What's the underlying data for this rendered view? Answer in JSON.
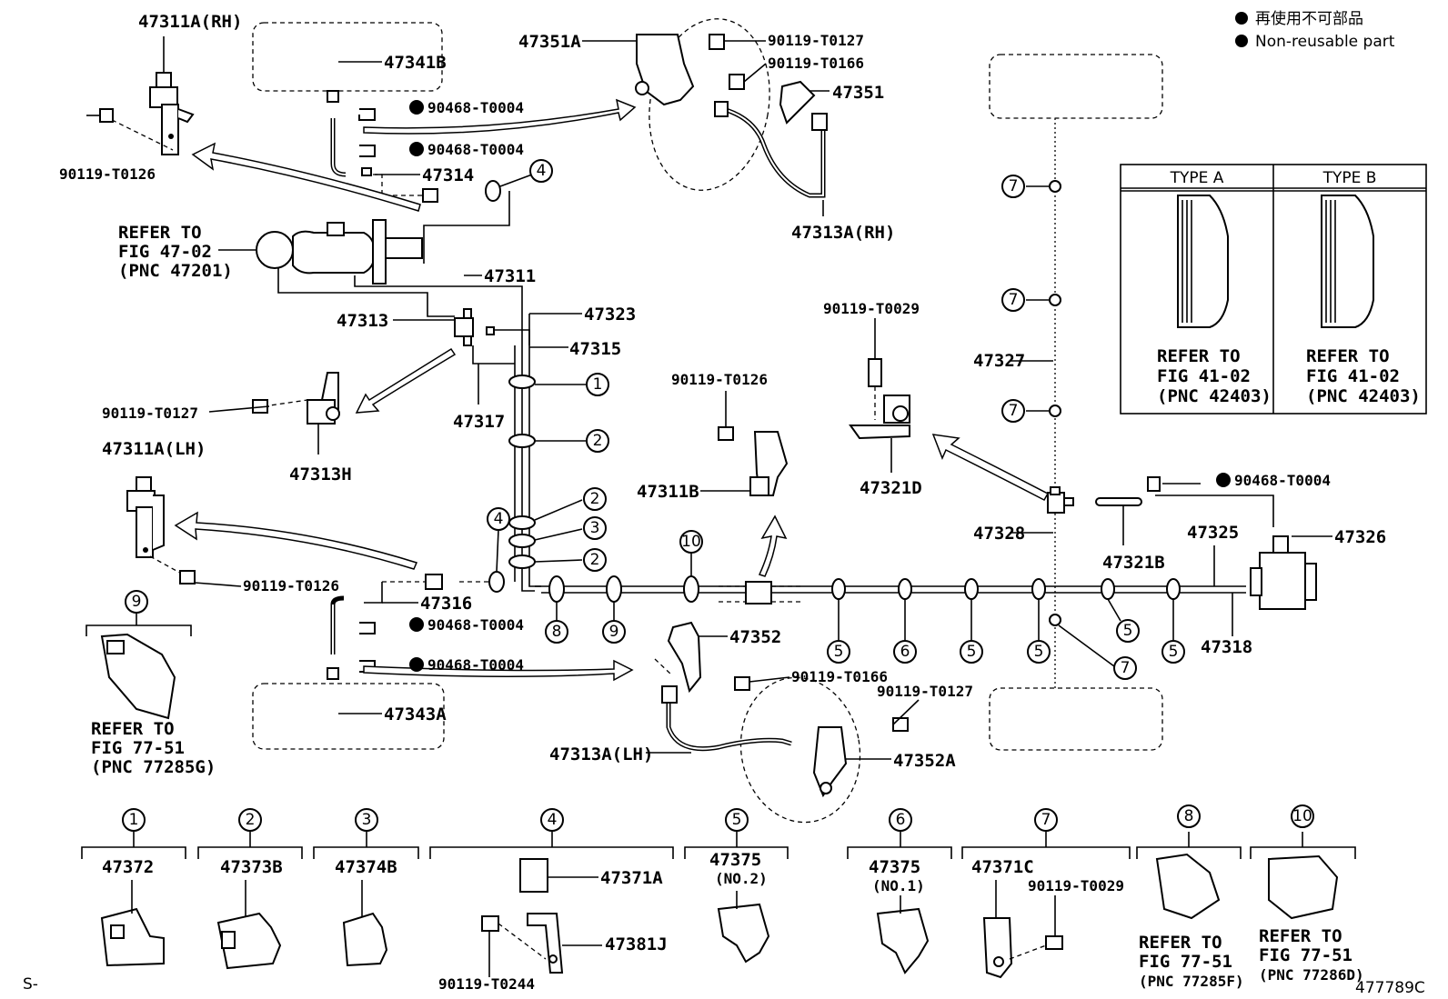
{
  "legend": {
    "line1": "再使用不可部品",
    "line2": "Non-reusable part"
  },
  "parts": {
    "p47311A_RH": "47311A(RH)",
    "p47341B": "47341B",
    "p90468_T0004_a": "90468-T0004",
    "p90468_T0004_b": "90468-T0004",
    "p90468_T0004_c": "90468-T0004",
    "p90468_T0004_d": "90468-T0004",
    "p90468_T0004_e": "90468-T0004",
    "p47314": "47314",
    "p90119_T0126_a": "90119-T0126",
    "p90119_T0126_b": "90119-T0126",
    "p90119_T0126_c": "90119-T0126",
    "p47351A": "47351A",
    "p90119_T0127_a": "90119-T0127",
    "p90119_T0127_b": "90119-T0127",
    "p90119_T0127_c": "90119-T0127",
    "p90119_T0166_a": "90119-T0166",
    "p90119_T0166_b": "90119-T0166",
    "p47351": "47351",
    "p47313A_RH": "47313A(RH)",
    "p47311": "47311",
    "p47323": "47323",
    "p47313": "47313",
    "p47315": "47315",
    "p47317": "47317",
    "p47313H": "47313H",
    "p47311A_LH": "47311A(LH)",
    "p47316": "47316",
    "p47343A": "47343A",
    "p47352": "47352",
    "p47313A_LH": "47313A(LH)",
    "p47352A": "47352A",
    "p90119_T0029_a": "90119-T0029",
    "p90119_T0029_b": "90119-T0029",
    "p47311B": "47311B",
    "p47321D": "47321D",
    "p47327": "47327",
    "p47328": "47328",
    "p47321B": "47321B",
    "p47325": "47325",
    "p47326": "47326",
    "p47318": "47318",
    "p47372": "47372",
    "p47373B": "47373B",
    "p47374B": "47374B",
    "p47371A": "47371A",
    "p47381J": "47381J",
    "p90119_T0244": "90119-T0244",
    "p47375_a": "47375",
    "p47375_a_sub": "(NO.2)",
    "p47375_b": "47375",
    "p47375_b_sub": "(NO.1)",
    "p47371C": "47371C"
  },
  "refer_master": {
    "l1": "REFER TO",
    "l2": "FIG 47-02",
    "l3": "(PNC 47201)"
  },
  "refer_9": {
    "l1": "REFER TO",
    "l2": "FIG 77-51",
    "l3": "(PNC 77285G)"
  },
  "refer_8": {
    "l1": "REFER TO",
    "l2": "FIG 77-51",
    "l3": "(PNC 77285F)"
  },
  "refer_10": {
    "l1": "REFER TO",
    "l2": "FIG 77-51",
    "l3": "(PNC 77286D)"
  },
  "types": {
    "a_title": "TYPE A",
    "b_title": "TYPE B",
    "a_l1": "REFER TO",
    "a_l2": "FIG 41-02",
    "a_l3": "(PNC 42403)",
    "b_l1": "REFER TO",
    "b_l2": "FIG 41-02",
    "b_l3": "(PNC 42403)"
  },
  "callouts": [
    "1",
    "2",
    "3",
    "4",
    "5",
    "6",
    "7",
    "8",
    "9",
    "10"
  ],
  "corner": {
    "left": "S-",
    "right": "477789C"
  }
}
